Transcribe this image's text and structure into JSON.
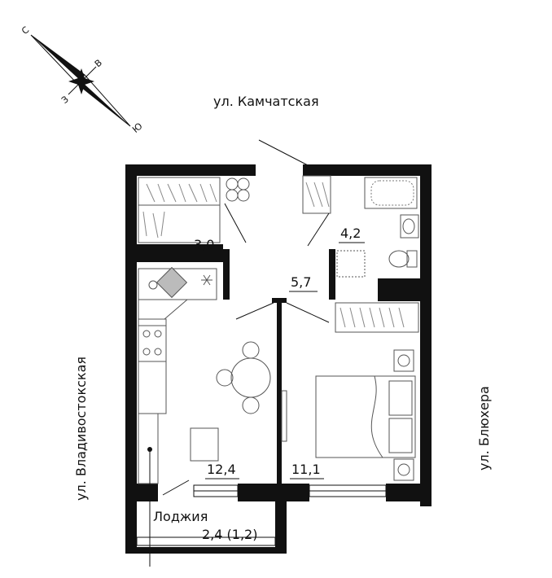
{
  "streets": {
    "north": "ул. Камчатская",
    "west": "ул. Владивостокская",
    "east": "ул. Блюхера"
  },
  "compass": {
    "north": "С",
    "east": "В",
    "west": "З",
    "south": "Ю"
  },
  "rooms": {
    "storage_area": "3,0",
    "bathroom_area": "4,2",
    "hall_area": "5,7",
    "kitchen_area": "12,4",
    "bedroom_area": "11,1",
    "loggia_name": "Лоджия",
    "loggia_area": "2,4 (1,2)"
  },
  "colors": {
    "wall": "#111111",
    "furniture": "#555555"
  }
}
